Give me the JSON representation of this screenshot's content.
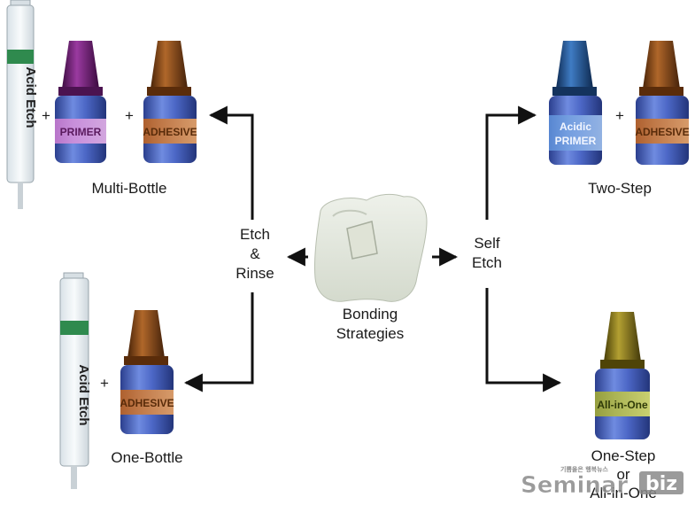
{
  "center": {
    "line1": "Bonding",
    "line2": "Strategies"
  },
  "left_branch": {
    "line1": "Etch",
    "line2": "&",
    "line3": "Rinse"
  },
  "right_branch": {
    "line1": "Self",
    "line2": "Etch"
  },
  "multi_bottle": {
    "caption": "Multi-Bottle",
    "syringe_label": "Acid Etch",
    "primer_label": "PRIMER",
    "adhesive_label": "ADHESIVE"
  },
  "one_bottle": {
    "caption": "One-Bottle",
    "syringe_label": "Acid Etch",
    "adhesive_label": "ADHESIVE"
  },
  "two_step": {
    "caption": "Two-Step",
    "primer_label_line1": "Acidic",
    "primer_label_line2": "PRIMER",
    "adhesive_label": "ADHESIVE"
  },
  "one_step": {
    "caption_line1": "One-Step",
    "caption_line2": "or",
    "caption_line3": "All-in-One",
    "bottle_label": "All-in-One"
  },
  "plus": "+",
  "watermark": {
    "main": "Seminar",
    "suffix": "biz",
    "small": "기쁨을은 행복뉴스"
  },
  "colors": {
    "primer_cap": "#6a1f6e",
    "adhesive_cap": "#7a4214",
    "acidic_cap": "#1f4f86",
    "allinone_cap": "#7c6a12",
    "bottle_body": "#3a57b5",
    "syringe_band": "#2f8a4e"
  }
}
